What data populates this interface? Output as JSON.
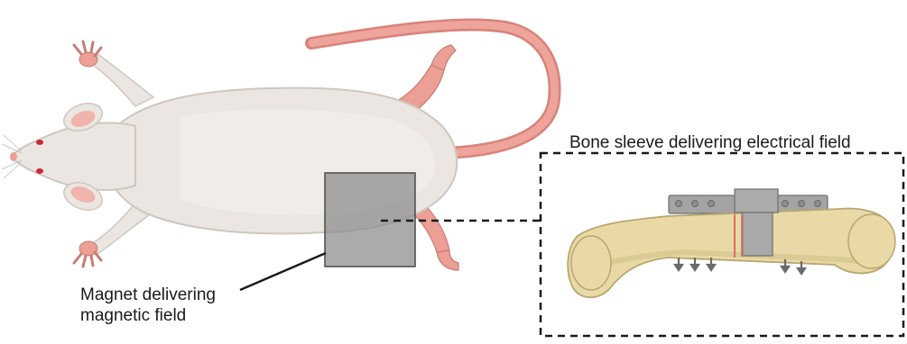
{
  "labels": {
    "bone_sleeve": "Bone sleeve delivering electrical field",
    "magnet_line1": "Magnet delivering",
    "magnet_line2": "magnetic field"
  },
  "colors": {
    "rat_body": "#ebe6e1",
    "rat_outline": "#cfc7bf",
    "rat_shade": "#ddd6cf",
    "tail": "#e7938a",
    "paw": "#eb9f95",
    "ear_inner": "#f0b4ac",
    "eye": "#c8283a",
    "magnet": "#8a8a8a",
    "magnet_border": "#4a4a4a",
    "bone": "#e9d9a6",
    "bone_outline": "#b9a670",
    "plate": "#9a9a9a",
    "sleeve": "#a9a9a9",
    "sleeve_edge": "#e06a6a",
    "dashed": "#1a1a1a"
  },
  "icons": [
    "rat-illustration",
    "magnet-square",
    "bone-illustration",
    "bone-sleeve",
    "fixation-plate",
    "screws"
  ]
}
